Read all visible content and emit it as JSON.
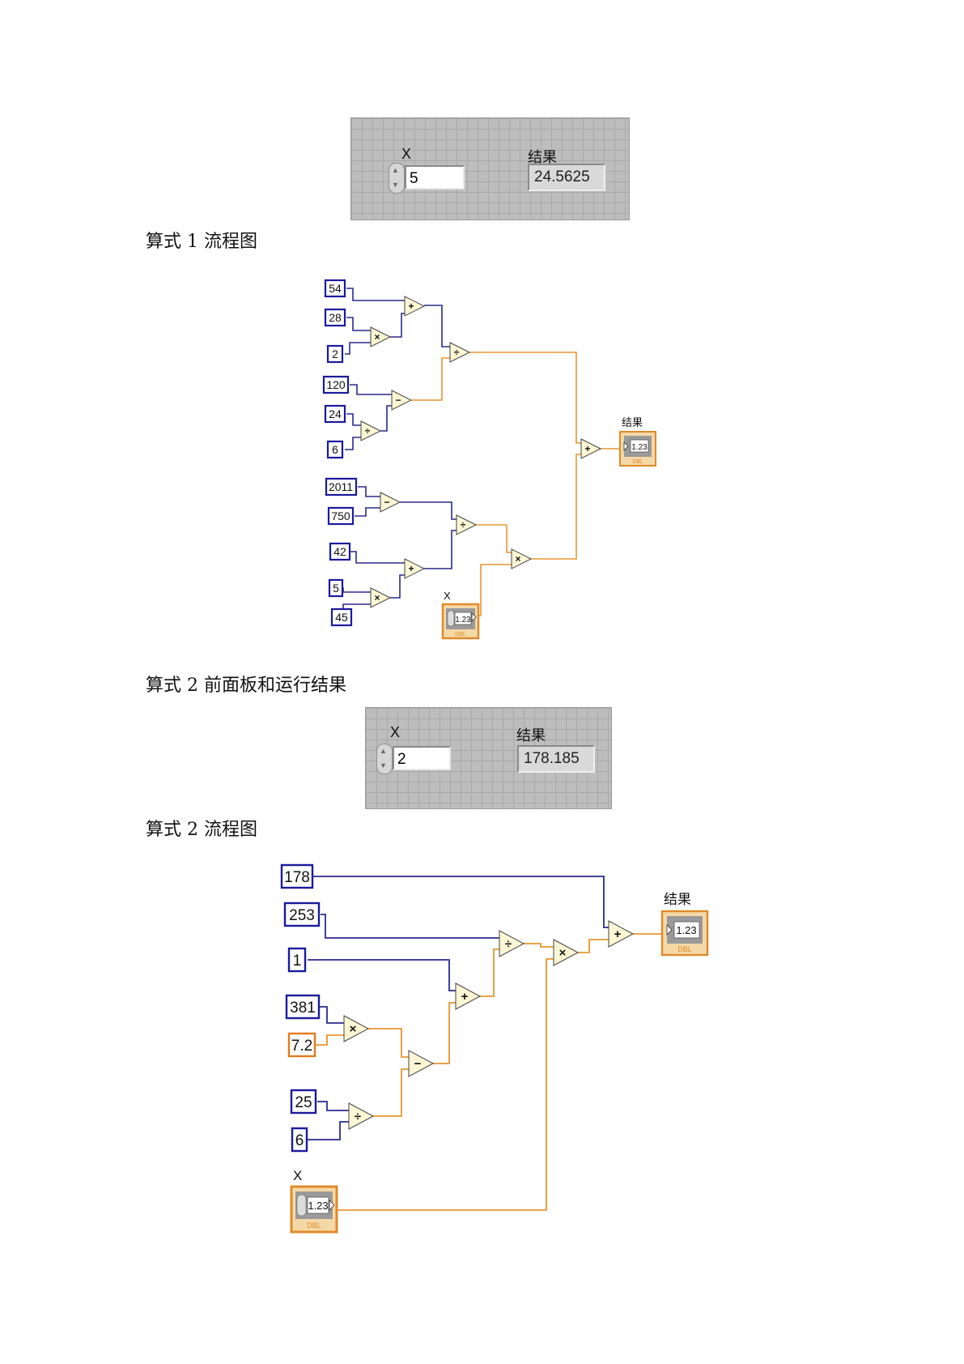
{
  "panel1": {
    "x_label": "X",
    "x_value": "5",
    "result_label": "结果",
    "result_value": "24.5625"
  },
  "caption1": "算式 1 流程图",
  "diagram1": {
    "constants": [
      "54",
      "28",
      "2",
      "120",
      "24",
      "6",
      "2011",
      "750",
      "42",
      "5",
      "45"
    ],
    "ops": [
      "+",
      "×",
      "÷",
      "−",
      "÷",
      "+",
      "−",
      "÷",
      "+",
      "×",
      "×"
    ],
    "result_label": "结果",
    "x_label": "X",
    "terminal_value": "1.23",
    "terminal_type": "DBL"
  },
  "caption2": "算式 2  前面板和运行结果",
  "panel2": {
    "x_label": "X",
    "x_value": "2",
    "result_label": "结果",
    "result_value": "178.185"
  },
  "caption3": "算式 2 流程图",
  "diagram2": {
    "constants": [
      "178",
      "253",
      "1",
      "381",
      "7.2",
      "25",
      "6"
    ],
    "ops": [
      "+",
      "÷",
      "×",
      "+",
      "×",
      "−",
      "÷"
    ],
    "result_label": "结果",
    "x_label": "X",
    "terminal_value": "1.23",
    "terminal_type": "DBL"
  },
  "colors": {
    "int_wire": "#2a2a8c",
    "dbl_wire": "#e8962e",
    "node_fill": "#fbf6d4",
    "int_const": "#1a1a9c",
    "dbl_const": "#e07b1a"
  }
}
